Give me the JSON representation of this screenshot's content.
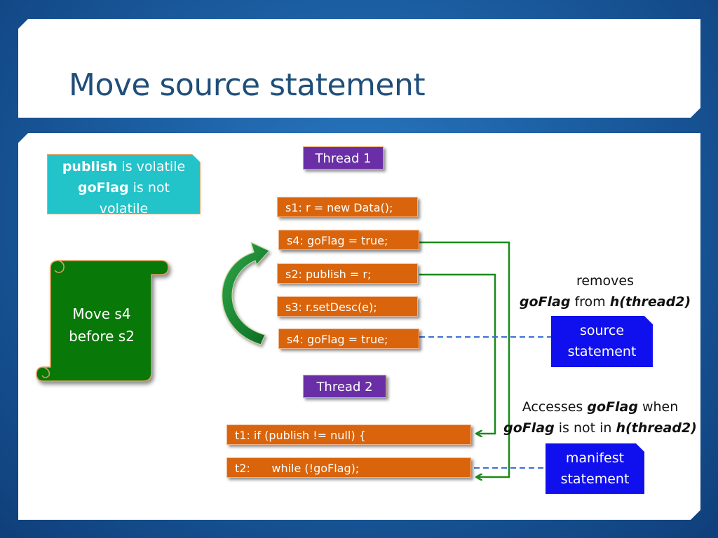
{
  "slide": {
    "title": "Move source statement"
  },
  "volatile_note": {
    "publish_word": "publish",
    "publish_rest": " is volatile",
    "goflag_word": "goFlag",
    "goflag_rest": " is not",
    "line3": "volatile"
  },
  "scroll": {
    "line1": "Move s4",
    "line2": "before s2"
  },
  "thread1": {
    "label": "Thread 1",
    "statements": [
      "s1: r = new Data();",
      "s4: goFlag = true;",
      "s2: publish = r;",
      "s3: r.setDesc(e);",
      "s4: goFlag = true;"
    ]
  },
  "thread2": {
    "label": "Thread 2",
    "statements": [
      "t1: if (publish != null) {",
      "t2:      while (!goFlag);"
    ]
  },
  "annotations": {
    "removes": {
      "line1": "removes",
      "var": "goFlag",
      "mid": " from ",
      "target": "h(thread2)"
    },
    "accesses": {
      "lead": "Accesses ",
      "var1": "goFlag",
      "tail": " when",
      "var2": "goFlag",
      "mid": " is not in ",
      "target": "h(thread2)"
    }
  },
  "legend": {
    "source_line1": "source",
    "source_line2": "statement",
    "manifest_line1": "manifest",
    "manifest_line2": "statement"
  },
  "colors": {
    "statement_box": "#d9640b",
    "thread_label": "#6a2fa6",
    "arrow_green": "#1a8a1a",
    "dashed_blue": "#3a6fd8",
    "legend_box": "#1010ee",
    "note_box": "#22c3c9",
    "scroll": "#087808"
  }
}
